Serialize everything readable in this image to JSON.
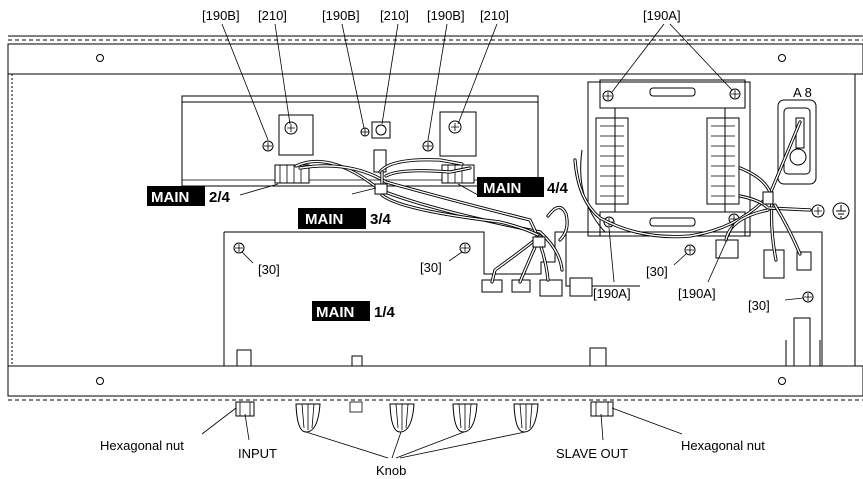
{
  "callouts": {
    "top_190b_1": "[190B]",
    "top_210_1": "[210]",
    "top_190b_2": "[190B]",
    "top_210_2": "[210]",
    "top_190b_3": "[190B]",
    "top_210_3": "[210]",
    "top_190a": "[190A]",
    "screw_30_left": "[30]",
    "screw_30_mid": "[30]",
    "screw_30_right": "[30]",
    "screw_30_far_right": "[30]",
    "bottom_190a_1": "[190A]",
    "bottom_190a_2": "[190A]"
  },
  "boards": [
    {
      "tag": "MAIN",
      "part": "2/4"
    },
    {
      "tag": "MAIN",
      "part": "3/4"
    },
    {
      "tag": "MAIN",
      "part": "4/4"
    },
    {
      "tag": "MAIN",
      "part": "1/4"
    }
  ],
  "bottom_labels": {
    "hex_nut_left": "Hexagonal nut",
    "input": "INPUT",
    "knob": "Knob",
    "slave_out": "SLAVE OUT",
    "hex_nut_right": "Hexagonal nut"
  },
  "transformer_mark": "A 8"
}
